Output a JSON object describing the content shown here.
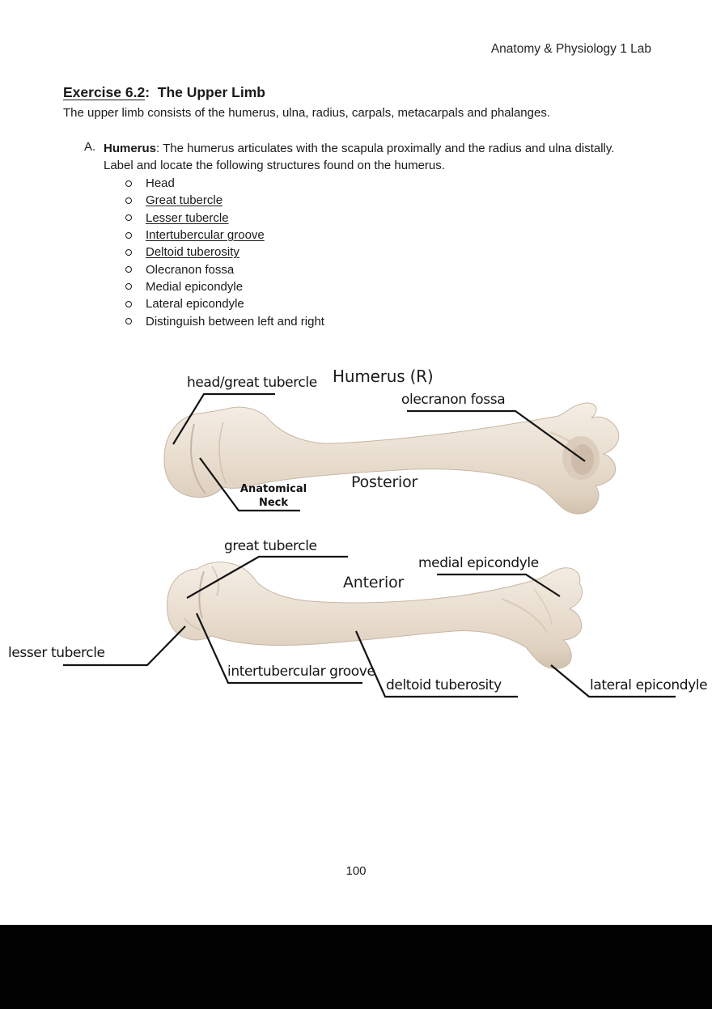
{
  "page": {
    "header": "Anatomy & Physiology 1 Lab",
    "page_number": "100"
  },
  "exercise": {
    "title_underlined": "Exercise 6.2",
    "title_rest": ":  The Upper Limb",
    "intro": "The upper limb consists of the humerus, ulna, radius, carpals, metacarpals and phalanges.",
    "section_a": {
      "marker": "A.",
      "term": "Humerus",
      "line1_rest": ": The humerus articulates with the scapula proximally and the radius and ulna distally.",
      "line2": "Label and locate the following structures found on the humerus.",
      "items": [
        {
          "label": "Head",
          "underlined": false
        },
        {
          "label": "Great tubercle",
          "underlined": true
        },
        {
          "label": "Lesser tubercle",
          "underlined": true
        },
        {
          "label": "Intertubercular groove",
          "underlined": true
        },
        {
          "label": "Deltoid tuberosity",
          "underlined": true
        },
        {
          "label": "Olecranon fossa",
          "underlined": false
        },
        {
          "label": "Medial epicondyle",
          "underlined": false
        },
        {
          "label": "Lateral epicondyle",
          "underlined": false
        },
        {
          "label": "Distinguish between left and right",
          "underlined": false
        }
      ]
    }
  },
  "figure": {
    "title": "Humerus (R)",
    "posterior": {
      "view_label": "Posterior",
      "label_head_great_tubercle": "head/great tubercle",
      "label_olecranon_fossa": "olecranon fossa",
      "label_anatomical_neck_line1": "Anatomical",
      "label_anatomical_neck_line2": "Neck"
    },
    "anterior": {
      "view_label": "Anterior",
      "label_great_tubercle": "great tubercle",
      "label_lesser_tubercle": "lesser tubercle",
      "label_intertubercular_groove": "intertubercular groove",
      "label_deltoid_tuberosity": "deltoid tuberosity",
      "label_medial_epicondyle": "medial epicondyle",
      "label_lateral_epicondyle": "lateral epicondyle"
    },
    "colors": {
      "bone_highlight": "#f4eee5",
      "bone_mid": "#e9ddcf",
      "bone_shadow": "#d2c1af",
      "leader_line": "#141414",
      "bottom_bar": "#010101"
    }
  }
}
